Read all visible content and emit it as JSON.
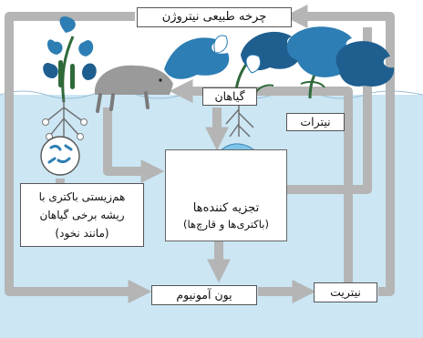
{
  "labels": {
    "cycle_title": "چرخه طبیعی نیتروژن",
    "plants": "گیاهان",
    "nitrates": "نیترات",
    "decomposers_line1": "تجزیه کننده‌ها",
    "decomposers_line2": "(باکتری‌ها و قارچ‌ها)",
    "symbiosis_line1": "هم‌زیستی باکتری با",
    "symbiosis_line2": "ریشه برخی گیاهان",
    "symbiosis_line3": "(مانند نخود)",
    "ammonium": "یون آمونیوم",
    "nitrite": "نیتریت"
  },
  "colors": {
    "soil": "#cce6f4",
    "arrow": "#b5b5b5",
    "leaf": "#2d7eb4",
    "leaf_dark": "#1f5f8f",
    "animal": "#9a9a9a",
    "fungus": "#7ec3e8"
  }
}
